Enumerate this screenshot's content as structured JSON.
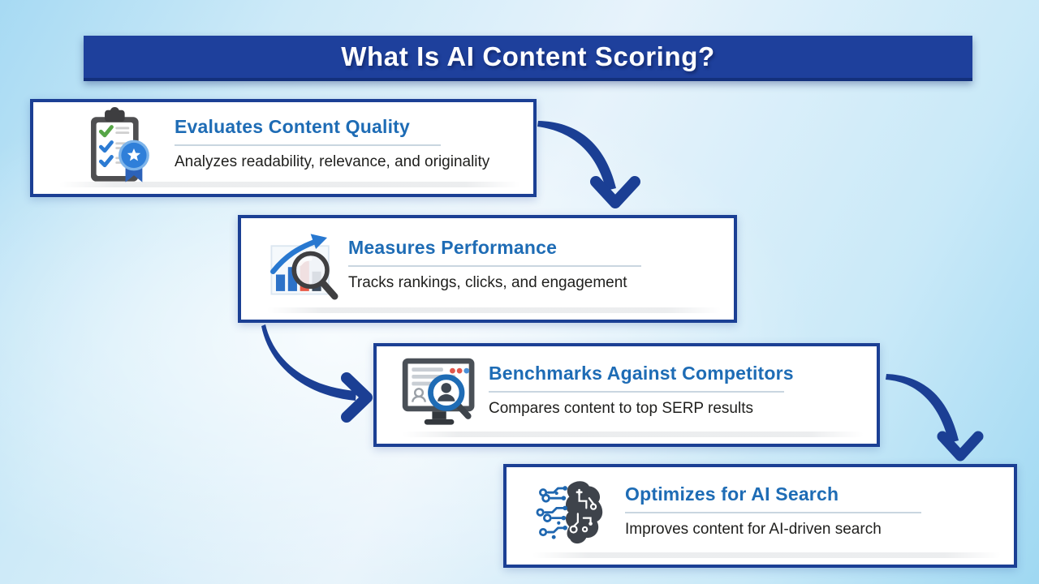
{
  "header": {
    "title": "What Is AI Content Scoring?"
  },
  "cards": [
    {
      "title": "Evaluates Content Quality",
      "subtitle": "Analyzes readability, relevance, and originality",
      "icon": "clipboard-badge-icon"
    },
    {
      "title": "Measures Performance",
      "subtitle": "Tracks rankings, clicks, and engagement",
      "icon": "chart-magnifier-icon"
    },
    {
      "title": "Benchmarks Against Competitors",
      "subtitle": "Compares content to top SERP results",
      "icon": "monitor-search-icon"
    },
    {
      "title": "Optimizes for AI Search",
      "subtitle": "Improves content for AI-driven search",
      "icon": "ai-brain-icon"
    }
  ],
  "colors": {
    "header_bg": "#1e409c",
    "card_border": "#1b3f94",
    "title_text": "#1e6cb5",
    "body_text": "#1f1f1d",
    "arrow": "#1b3f94",
    "background_edge": "#a7daf3",
    "background_center": "#eef6fc"
  }
}
